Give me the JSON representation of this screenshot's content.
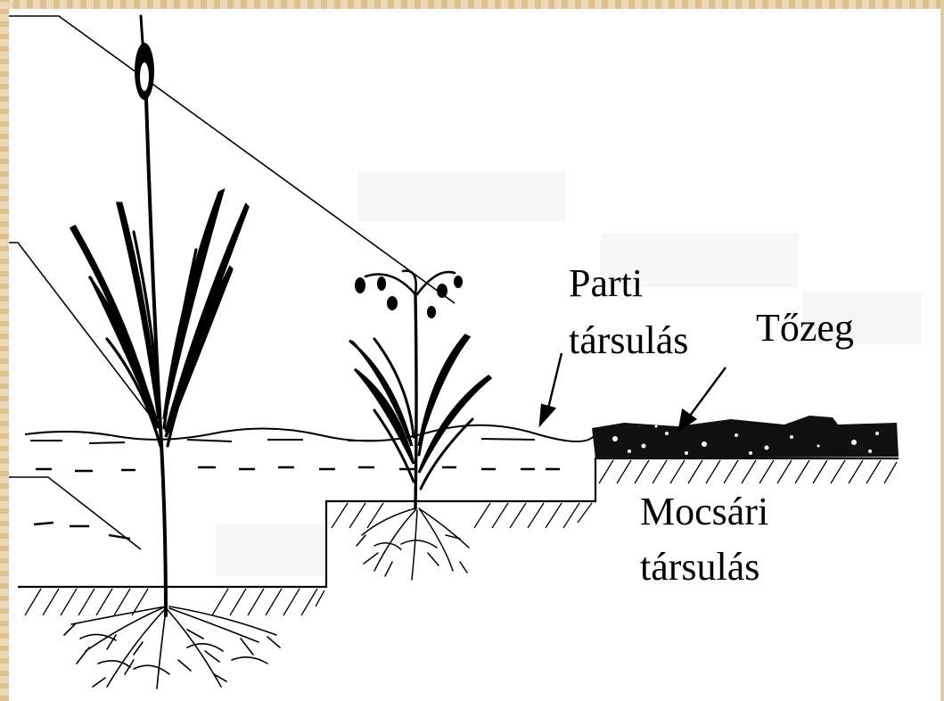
{
  "labels": {
    "parti": "Parti",
    "parti_tarsulas": "társulás",
    "tozeg": "Tőzeg",
    "mocsari": "Mocsári",
    "mocsari_tarsulas": "társulás"
  },
  "colors": {
    "frame": "#e3cda6",
    "ink": "#000000",
    "blank_label_box": "#f6f6f6"
  }
}
